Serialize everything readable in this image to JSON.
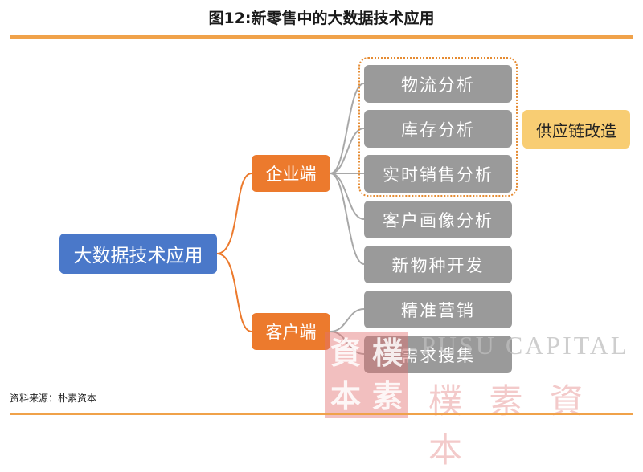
{
  "title": "图12:新零售中的大数据技术应用",
  "root": "大数据技术应用",
  "branches": [
    {
      "label": "企业端",
      "leaves": [
        "物流分析",
        "库存分析",
        "实时销售分析",
        "客户画像分析",
        "新物种开发"
      ]
    },
    {
      "label": "客户端",
      "leaves": [
        "精准营销",
        "需求搜集"
      ]
    }
  ],
  "callout": "供应链改造",
  "source": "资料来源：朴素资本",
  "watermark": {
    "seal": [
      "資",
      "樸",
      "本",
      "素"
    ],
    "english": "PUSU CAPITAL",
    "chinese": "樸 素 資 本"
  },
  "colors": {
    "root": "#4a78c9",
    "branch": "#ec7a2d",
    "leaf": "#9a9a9a",
    "callout": "#f8cd73",
    "accent_rule": "#f0a24a"
  }
}
